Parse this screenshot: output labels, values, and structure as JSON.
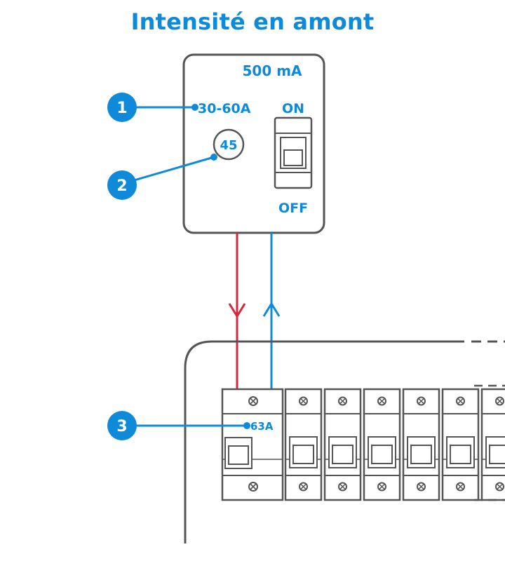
{
  "title": "Intensité en amont",
  "colors": {
    "accent": "#0e8ad8",
    "live_wire": "#d4283c",
    "outline": "#555555",
    "text_dark": "#ffffff"
  },
  "main_breaker": {
    "sensitivity": "500 mA",
    "range": "30-60A",
    "setting": "45",
    "state_on": "ON",
    "state_off": "OFF"
  },
  "markers": [
    {
      "number": "1"
    },
    {
      "number": "2"
    },
    {
      "number": "3"
    }
  ],
  "panel": {
    "main_rating": "63A",
    "breaker_count": 6
  }
}
